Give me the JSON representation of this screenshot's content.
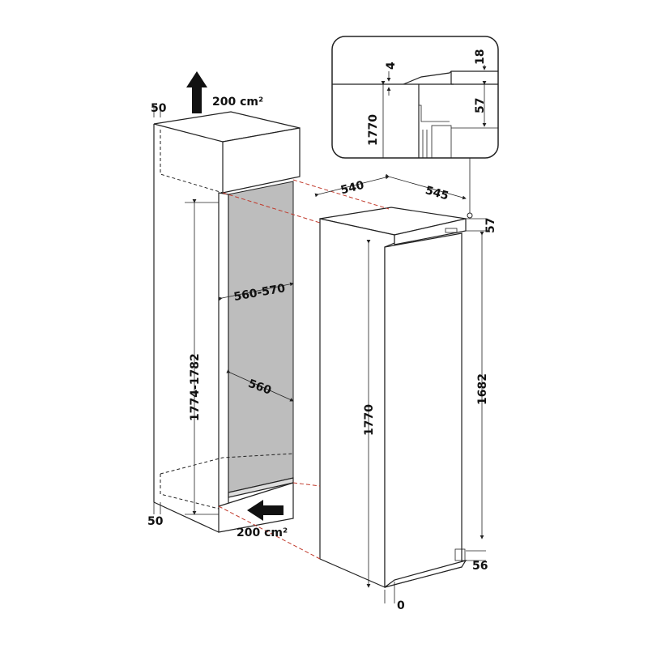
{
  "labels": {
    "top_vent_area": "200 cm²",
    "bottom_vent_area": "200 cm²",
    "top_gap": "50",
    "bottom_gap": "50",
    "niche_height": "1774-1782",
    "niche_width": "560-570",
    "niche_depth": "560",
    "appliance_width": "540",
    "appliance_depth": "545",
    "top_offset": "57",
    "appliance_height": "1770",
    "door_height": "1682",
    "bottom_offset": "56",
    "bottom_clearance": "0"
  },
  "detail_inset": {
    "gap": "4",
    "panel_thickness": "18",
    "hinge_offset": "57",
    "height": "1770"
  },
  "colors": {
    "alignment_lines": "#c0392b",
    "niche_interior": "#bdbdbd"
  }
}
